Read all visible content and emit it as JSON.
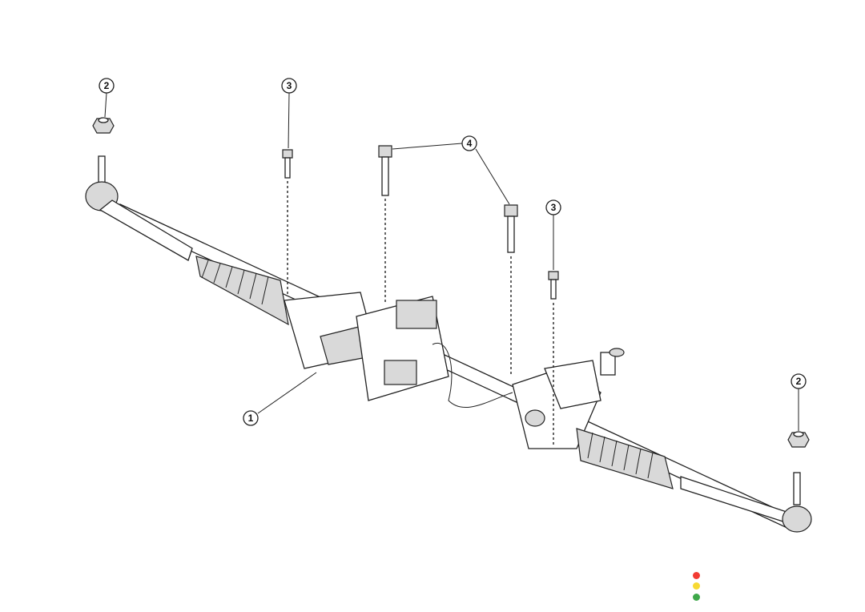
{
  "diagram": {
    "callouts": [
      {
        "id": "c1",
        "label": "1"
      },
      {
        "id": "c2a",
        "label": "2"
      },
      {
        "id": "c2b",
        "label": "2"
      },
      {
        "id": "c3a",
        "label": "3"
      },
      {
        "id": "c3b",
        "label": "3"
      },
      {
        "id": "c4",
        "label": "4"
      }
    ]
  },
  "status_dots": {
    "colors": [
      "#f23b33",
      "#f7d933",
      "#3ea84a"
    ]
  }
}
